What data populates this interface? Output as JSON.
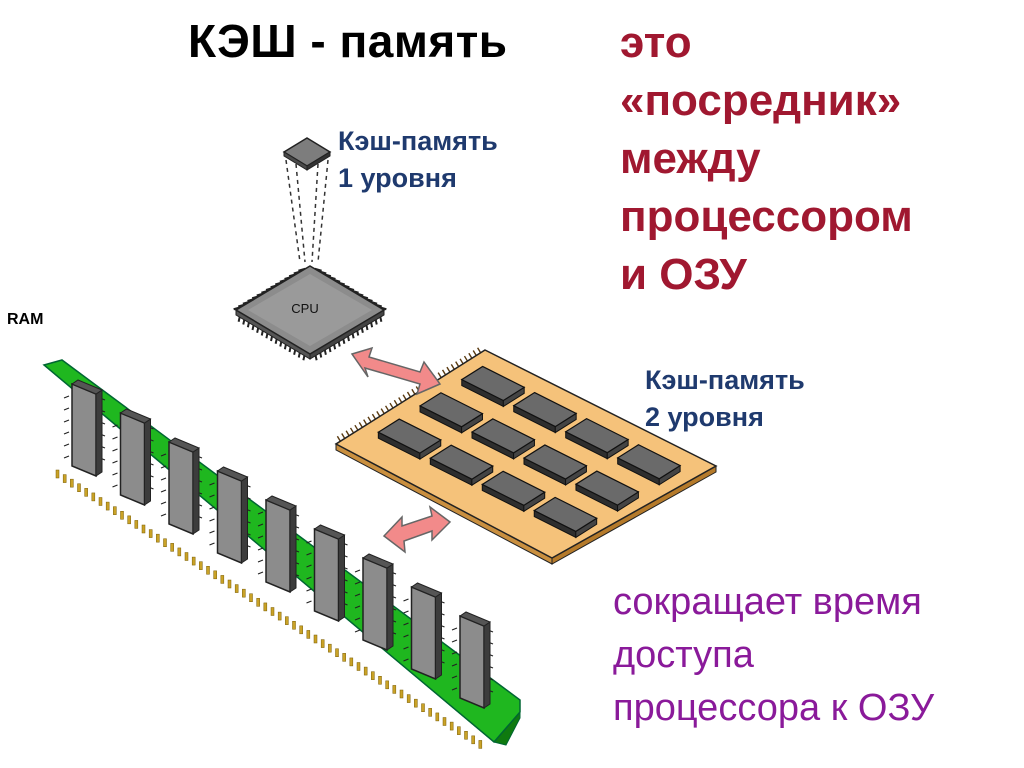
{
  "title": "КЭШ - память",
  "definition": {
    "lines": [
      "это",
      "«посредник»",
      "между",
      "процессором",
      "и ОЗУ"
    ],
    "color": "#a01830"
  },
  "cache_l1": {
    "line1": "Кэш-память",
    "line2": "1 уровня",
    "color": "#1f3a6e"
  },
  "cache_l2": {
    "line1": "Кэш-память",
    "line2": "2 уровня",
    "color": "#1f3a6e"
  },
  "cpu": {
    "label": "CPU"
  },
  "ram": {
    "label": "RAM"
  },
  "benefit": {
    "lines": [
      "сокращает время",
      "доступа",
      "процессора к ОЗУ"
    ],
    "color": "#8a1a9a"
  },
  "colors": {
    "ram_board": "#1fb71f",
    "ram_board_dark": "#0f7a0f",
    "chip": "#8c8c8c",
    "chip_dark": "#3c3c3c",
    "cache_board": "#f5c27a",
    "arrow": "#f08080"
  }
}
